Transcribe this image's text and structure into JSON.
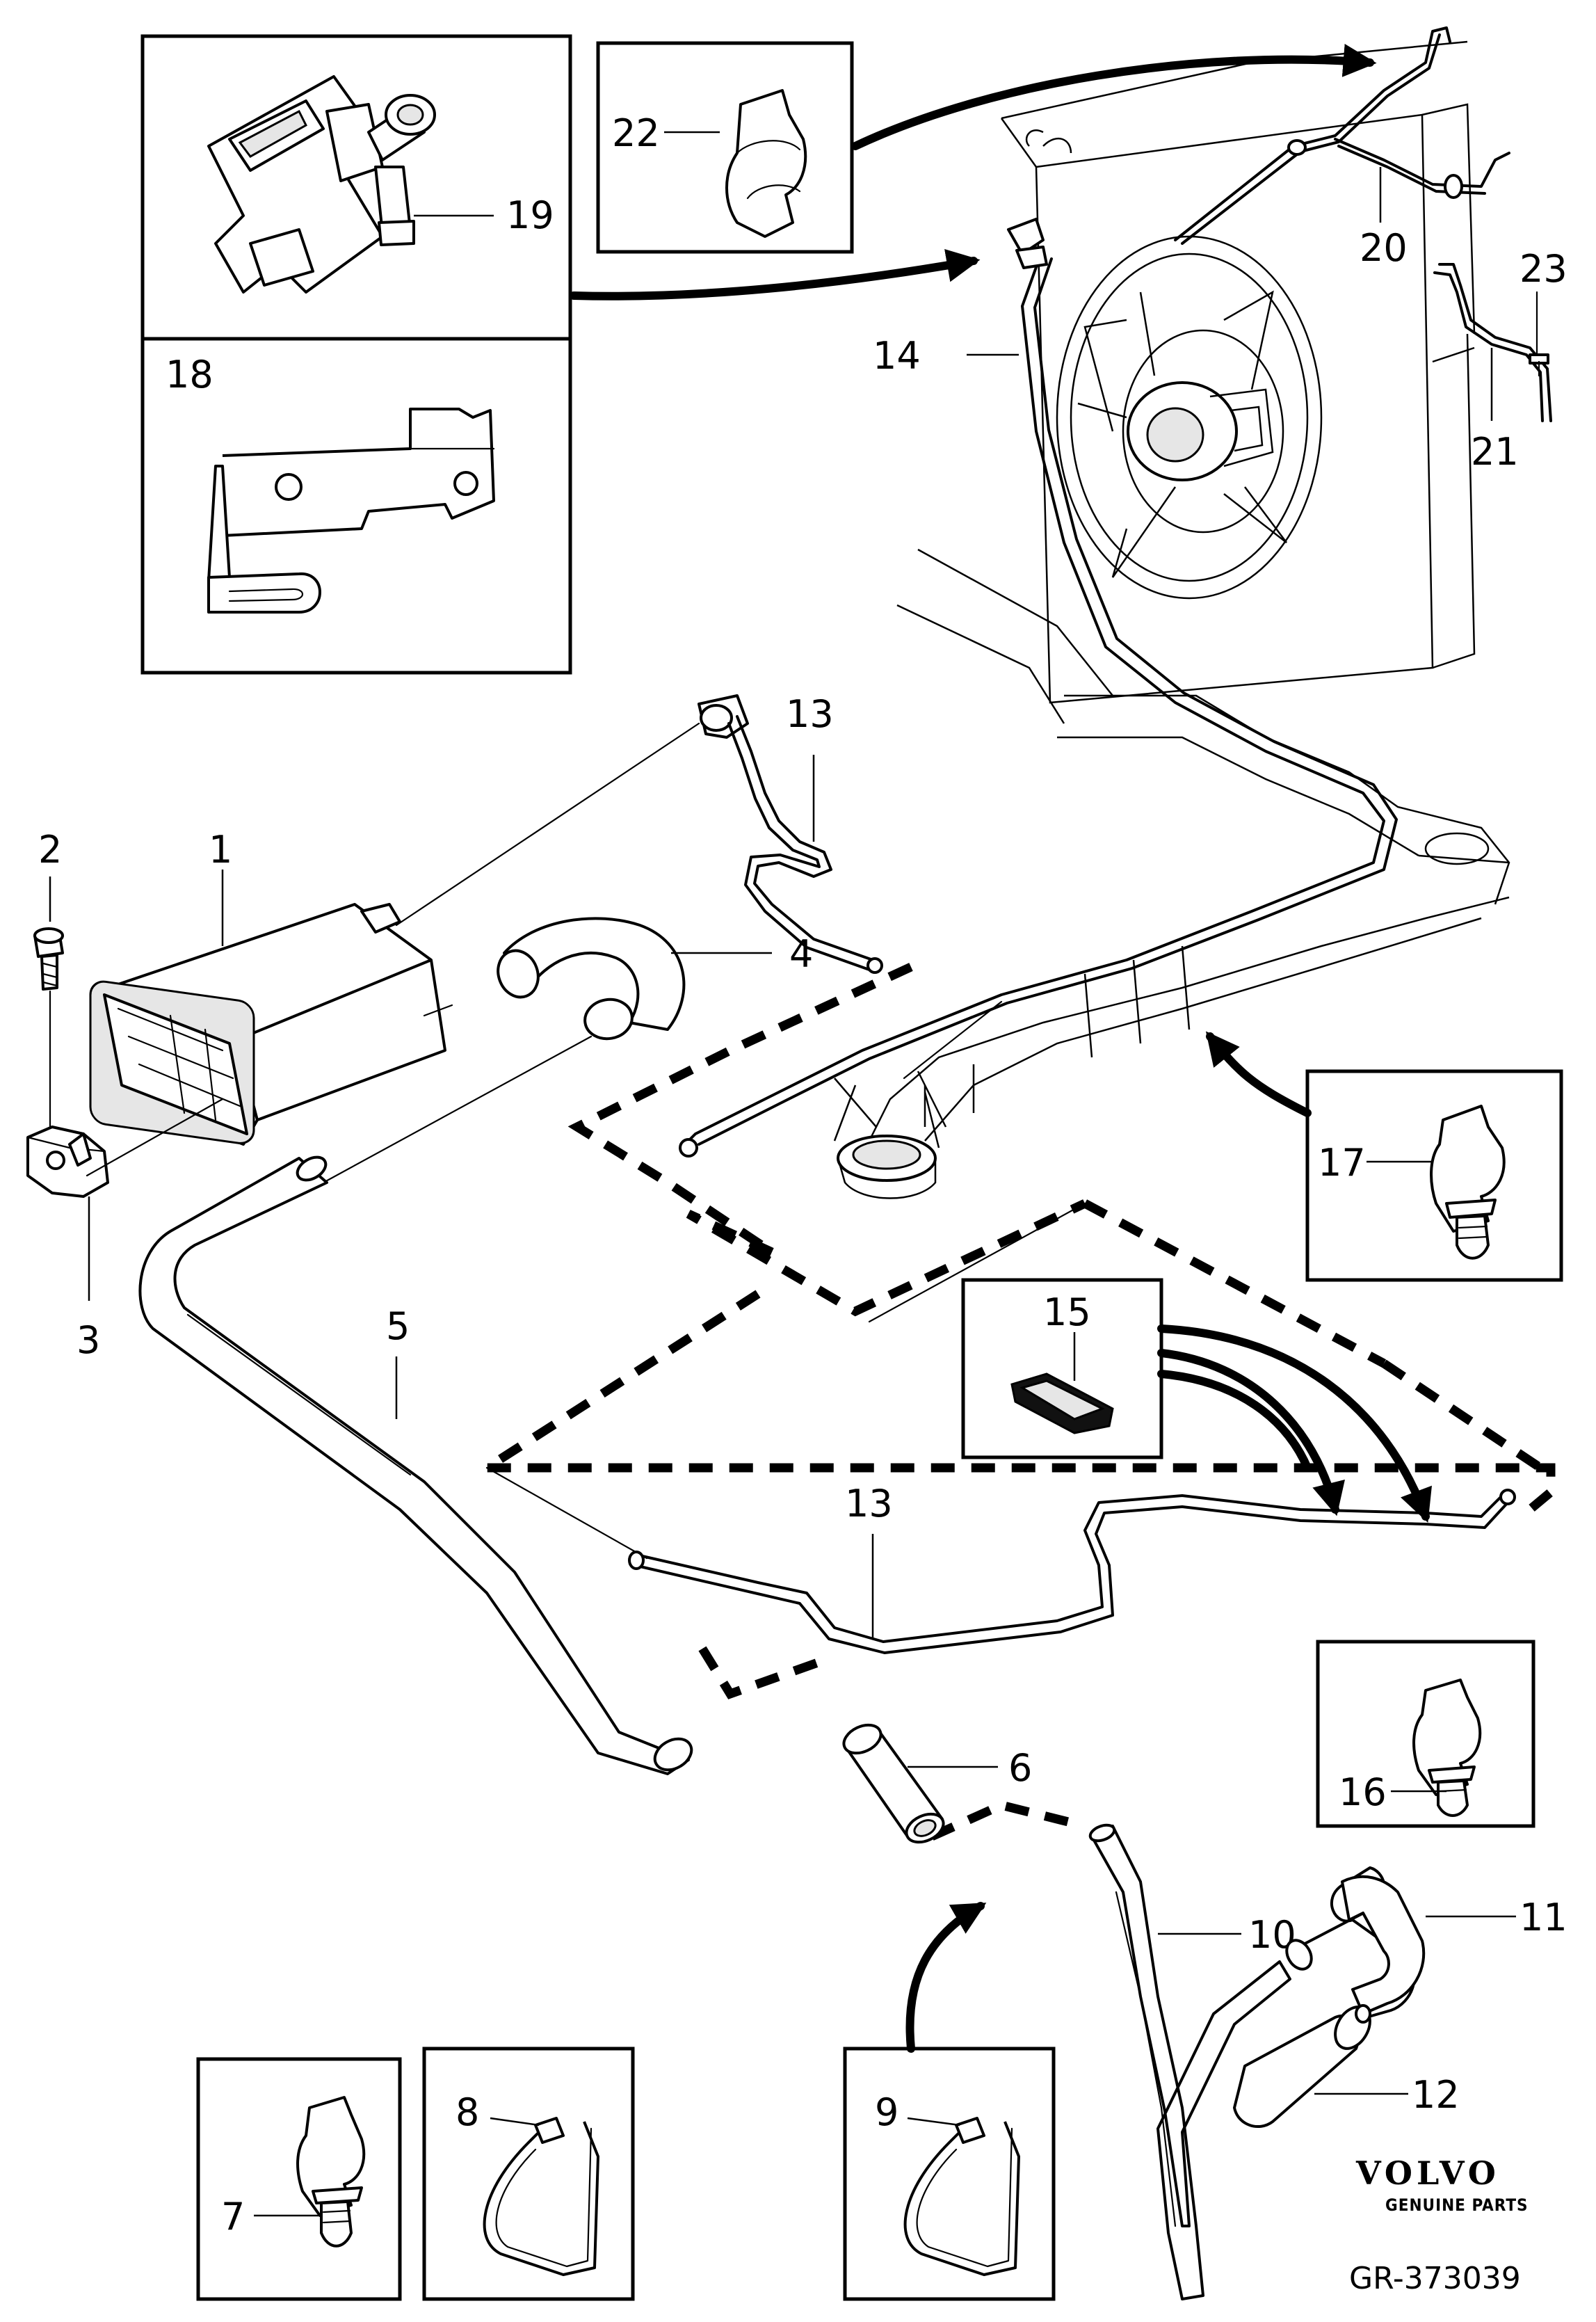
{
  "callouts": {
    "c1": "1",
    "c2": "2",
    "c3": "3",
    "c4": "4",
    "c5": "5",
    "c6": "6",
    "c7": "7",
    "c8": "8",
    "c9": "9",
    "c10": "10",
    "c11": "11",
    "c12": "12",
    "c13a": "13",
    "c13b": "13",
    "c14": "14",
    "c15": "15",
    "c16": "16",
    "c17": "17",
    "c18": "18",
    "c19": "19",
    "c20": "20",
    "c21": "21",
    "c22": "22",
    "c23": "23"
  },
  "brand": {
    "logo": "VOLVO",
    "tagline": "GENUINE PARTS",
    "reference": "GR-373039"
  }
}
